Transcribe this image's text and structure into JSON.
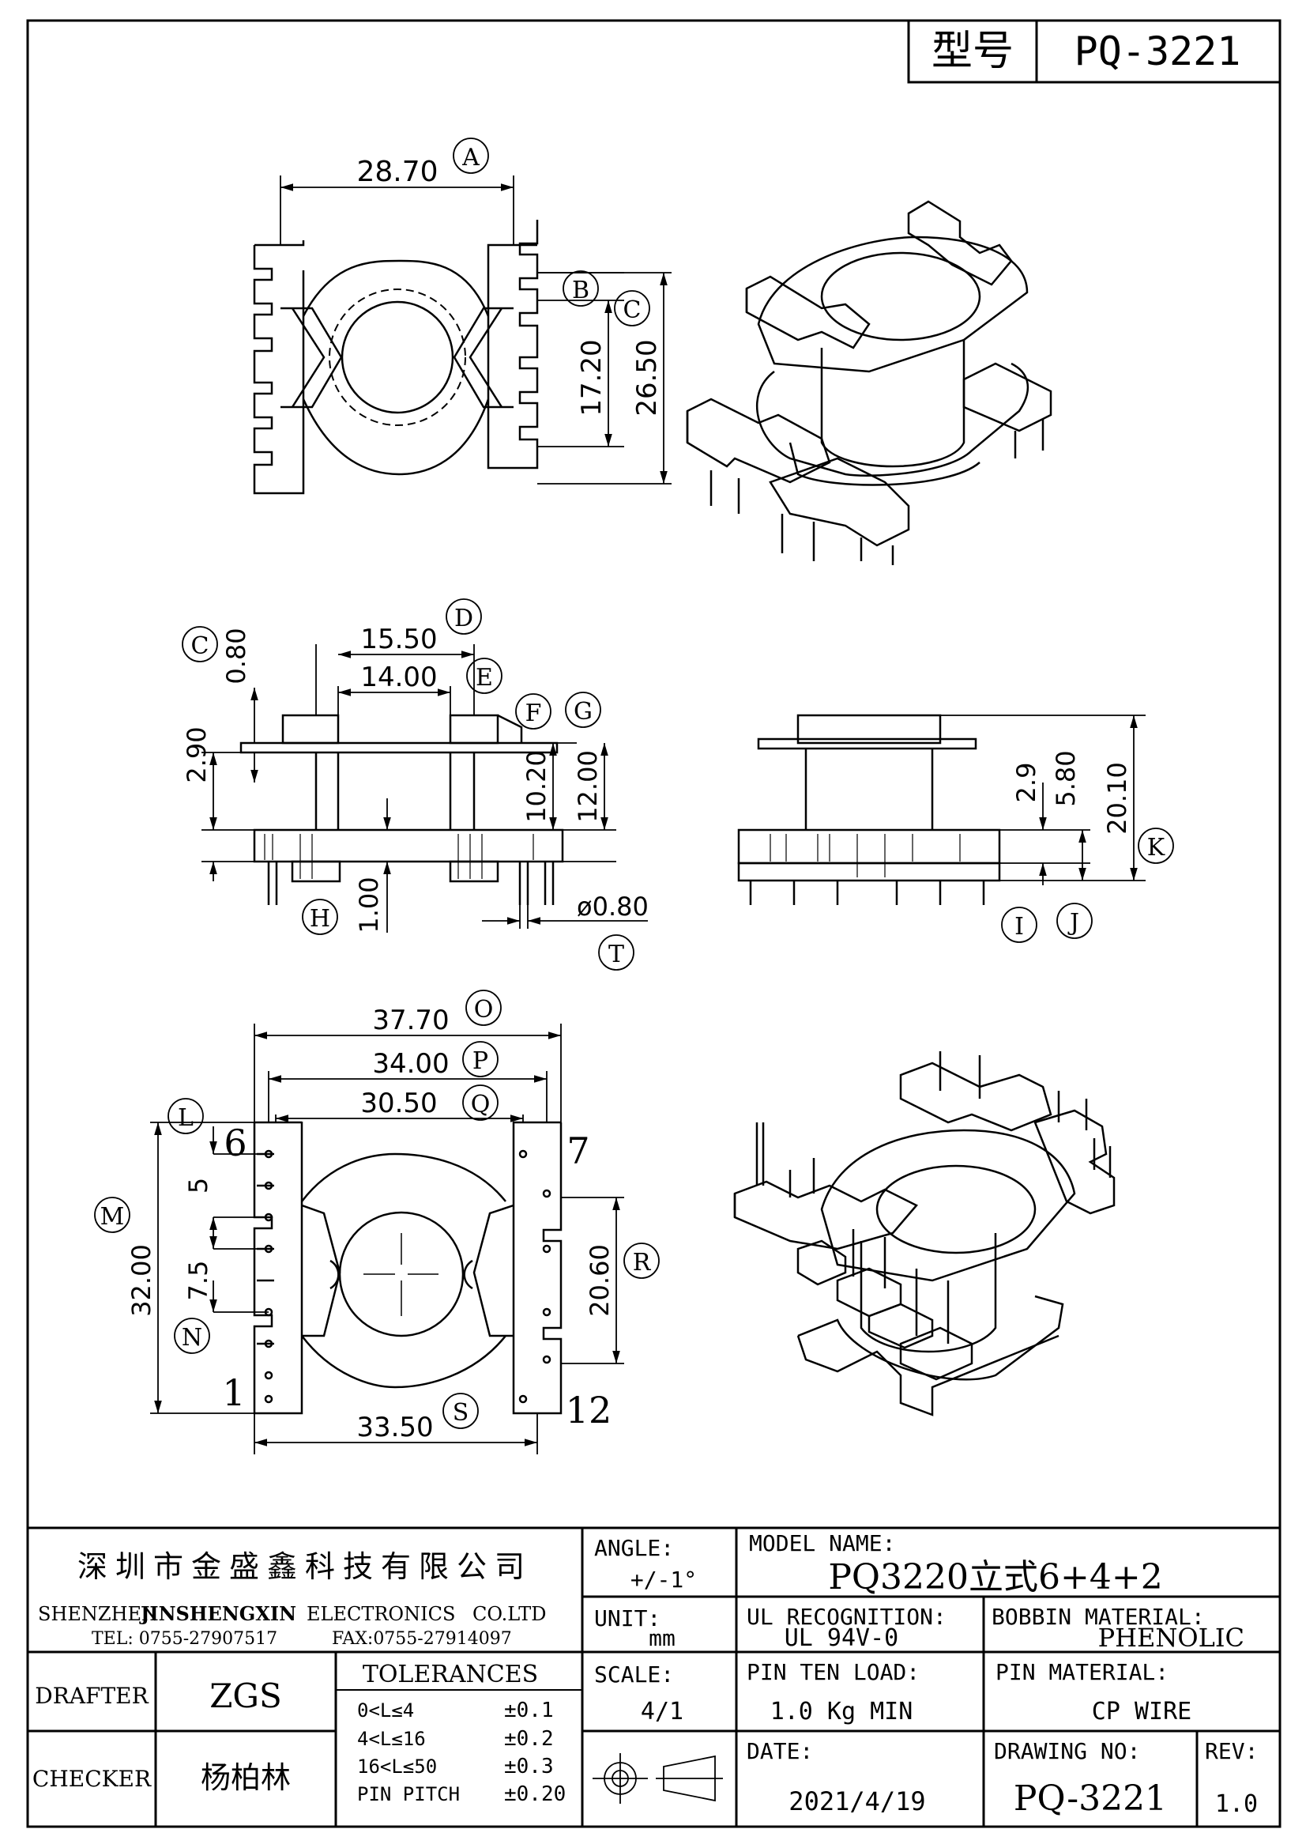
{
  "header": {
    "type_label": "型号",
    "model_code": "PQ-3221"
  },
  "top_view": {
    "dims": {
      "width": "28.70",
      "pin_span": "17.20",
      "height": "26.50"
    },
    "callouts": [
      "A",
      "B",
      "C"
    ]
  },
  "side_view_left": {
    "dims": {
      "d1": "15.50",
      "d2": "14.00",
      "d3": "0.80",
      "d4": "2.90",
      "d5": "10.20",
      "d6": "12.00",
      "d7": "1.00",
      "pin_dia": "ø0.80"
    },
    "callouts": [
      "C",
      "D",
      "E",
      "F",
      "G",
      "H",
      "T"
    ]
  },
  "side_view_right": {
    "dims": {
      "d1": "2.9",
      "d2": "5.80",
      "d3": "20.10"
    },
    "callouts": [
      "I",
      "J",
      "K"
    ]
  },
  "bottom_view": {
    "dims": {
      "w1": "37.70",
      "w2": "34.00",
      "w3": "30.50",
      "w4": "33.50",
      "h1": "32.00",
      "h2": "20.60",
      "p1": "5",
      "p2": "7.5"
    },
    "callouts": [
      "L",
      "M",
      "N",
      "O",
      "P",
      "Q",
      "R",
      "S"
    ],
    "pins": {
      "p6": "6",
      "p7": "7",
      "p1": "1",
      "p12": "12"
    }
  },
  "title_block": {
    "company_cn": "深圳市金盛鑫科技有限公司",
    "company_en_prefix": "SHENZHEN",
    "company_en_brand": "JINSHENGXIN",
    "company_en_suffix": "ELECTRONICS",
    "company_en_ltd": "CO.LTD",
    "tel": "TEL: 0755-27907517",
    "fax": "FAX:0755-27914097",
    "angle_label": "ANGLE:",
    "angle_value": "+/-1°",
    "unit_label": "UNIT:",
    "unit_value": "mm",
    "scale_label": "SCALE:",
    "scale_value": "4/1",
    "model_name_label": "MODEL NAME:",
    "model_name_value": "PQ3220立式6+4+2",
    "ul_label": "UL RECOGNITION:",
    "ul_value": "UL 94V-0",
    "bobbin_label": "BOBBIN MATERIAL:",
    "bobbin_value": "PHENOLIC",
    "pin_load_label": "PIN TEN LOAD:",
    "pin_load_value": "1.0 Kg MIN",
    "pin_material_label": "PIN MATERIAL:",
    "pin_material_value": "CP WIRE",
    "date_label": "DATE:",
    "date_value": "2021/4/19",
    "drawing_no_label": "DRAWING NO:",
    "drawing_no_value": "PQ-3221",
    "rev_label": "REV:",
    "rev_value": "1.0",
    "drafter_label": "DRAFTER",
    "drafter_value": "ZGS",
    "checker_label": "CHECKER",
    "checker_value": "杨柏林",
    "tolerances_label": "TOLERANCES",
    "tolerances": [
      {
        "range": "0<L≤4",
        "value": "±0.1"
      },
      {
        "range": "4<L≤16",
        "value": "±0.2"
      },
      {
        "range": "16<L≤50",
        "value": "±0.3"
      },
      {
        "range": "PIN PITCH",
        "value": "±0.20"
      }
    ]
  }
}
